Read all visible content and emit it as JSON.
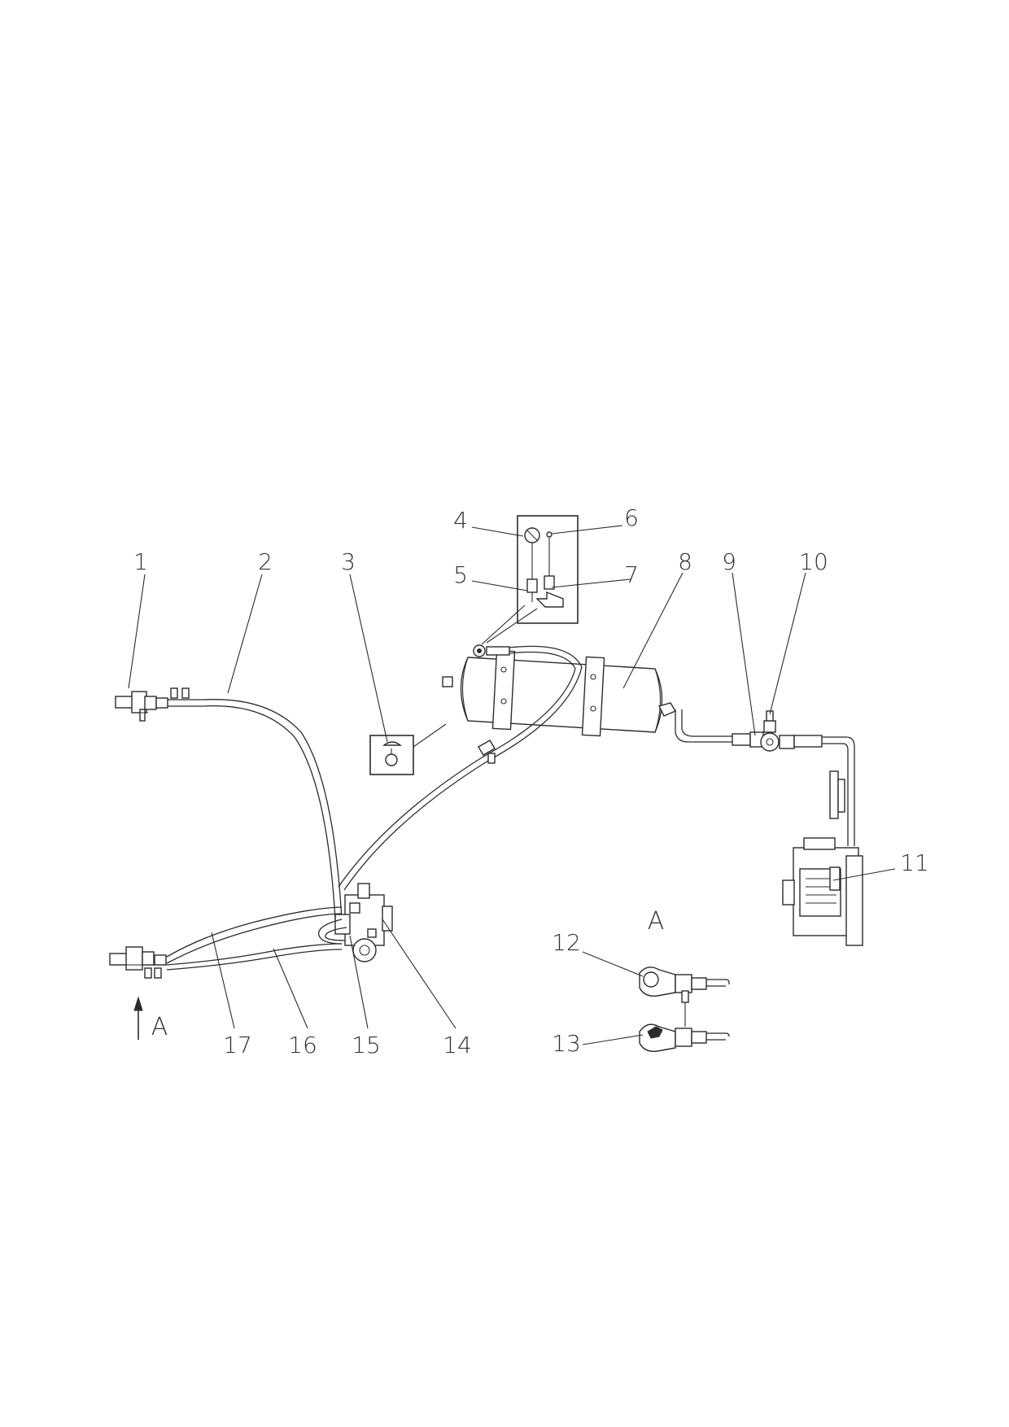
{
  "callouts": {
    "c1": "1",
    "c2": "2",
    "c3": "3",
    "c4": "4",
    "c5": "5",
    "c6": "6",
    "c7": "7",
    "c8": "8",
    "c9": "9",
    "c10": "10",
    "c11": "11",
    "c12": "12",
    "c13": "13",
    "c14": "14",
    "c15": "15",
    "c16": "16",
    "c17": "17"
  },
  "views": {
    "view_arrow_label": "A",
    "view_title": "A"
  }
}
